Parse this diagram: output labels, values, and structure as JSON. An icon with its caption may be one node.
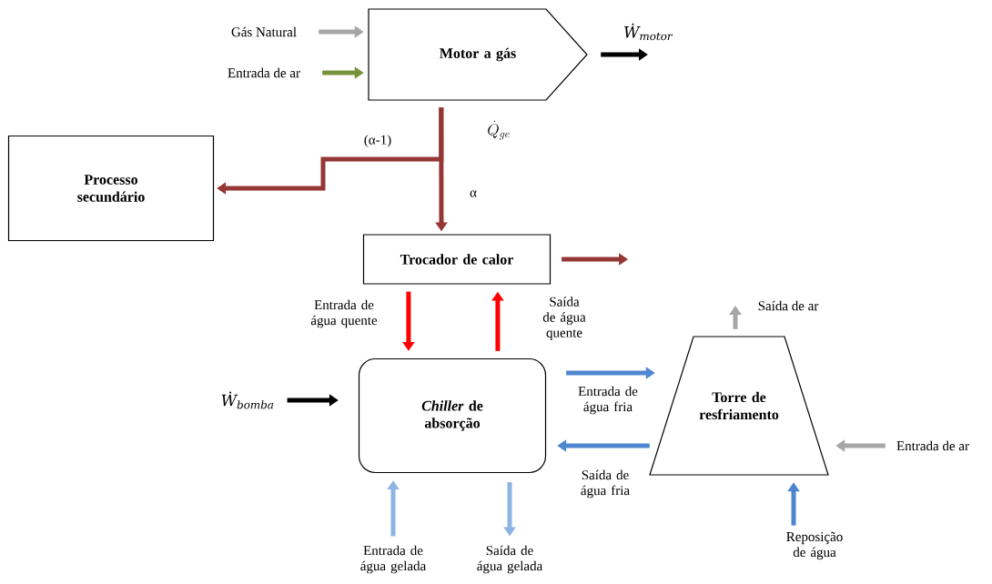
{
  "diagram": {
    "nodes": [
      {
        "text": [
          "Gás Natural"
        ]
      },
      {
        "text": [
          "Entrada de ar"
        ]
      },
      {
        "text": [
          "Motor a gás"
        ]
      },
      {
        "text": [
          "Ẇ$_{motor}$"
        ]
      },
      {
        "text": [
          "Processo secundário"
        ]
      },
      {
        "text": [
          "Trocador de calor"
        ]
      },
      {
        "text": [
          "Ẇ$_{bomba}$"
        ]
      },
      {
        "text": [
          "*Chiller* de absorção"
        ]
      },
      {
        "text": [
          "Saída de ar"
        ]
      },
      {
        "text": [
          "Torre de resfriamento"
        ]
      },
      {
        "text": [
          "Entrada de ar"
        ]
      },
      {
        "text": [
          "Entrada de água gelada"
        ]
      },
      {
        "text": [
          "Saída de água gelada"
        ]
      },
      {
        "text": [
          "Reposição de água"
        ]
      }
    ],
    "edges": [
      {
        "from": 0,
        "to": 2,
        "arrow": "to",
        "color": "#a6a6a6"
      },
      {
        "from": 1,
        "to": 2,
        "arrow": "to",
        "color": "#77933c"
      },
      {
        "from": 2,
        "to": 3,
        "arrow": "to",
        "color": "#000000"
      },
      {
        "from": 2,
        "to": 4,
        "arrow": "to",
        "label": "(α-1)",
        "color": "#953735"
      },
      {
        "from": 2,
        "to": 5,
        "arrow": "to",
        "label": "α",
        "color": "#953735"
      },
      {
        "from": 5,
        "to": null,
        "arrow": "to",
        "color": "#953735"
      },
      {
        "from": 5,
        "to": 7,
        "arrow": "to",
        "label": "Entrada de água quente",
        "color": "#ff0000"
      },
      {
        "from": 7,
        "to": 5,
        "arrow": "to",
        "label": "Saída de água quente",
        "color": "#ff0000"
      },
      {
        "from": 6,
        "to": 7,
        "arrow": "to",
        "color": "#000000"
      },
      {
        "from": 7,
        "to": 9,
        "arrow": "to",
        "label": "Entrada de água fria",
        "color": "#4f86d0"
      },
      {
        "from": 9,
        "to": 7,
        "arrow": "to",
        "label": "Saída de água fria",
        "color": "#4f86d0"
      },
      {
        "from": 11,
        "to": 7,
        "arrow": "to",
        "color": "#8eb4e3"
      },
      {
        "from": 7,
        "to": 12,
        "arrow": "to",
        "color": "#8eb4e3"
      },
      {
        "from": 9,
        "to": 8,
        "arrow": "to",
        "color": "#a6a6a6"
      },
      {
        "from": 10,
        "to": 9,
        "arrow": "to",
        "color": "#a6a6a6"
      },
      {
        "from": 13,
        "to": 9,
        "arrow": "to",
        "color": "#4f86d0"
      }
    ],
    "labels": [
      "\\dot{Q}_{ge}"
    ]
  }
}
